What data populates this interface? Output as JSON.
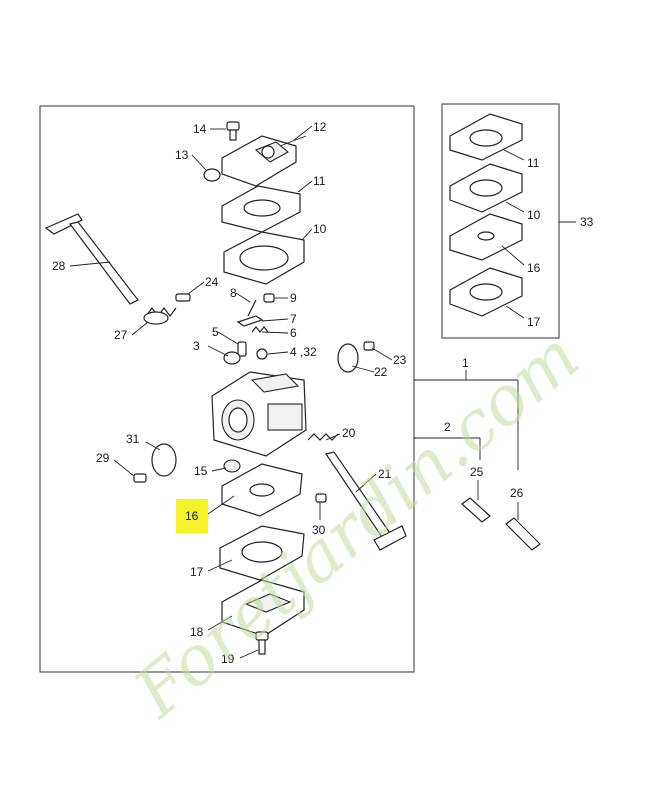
{
  "diagram": {
    "callouts": {
      "main": [
        {
          "id": "c14",
          "text": "14"
        },
        {
          "id": "c12",
          "text": "12"
        },
        {
          "id": "c13",
          "text": "13"
        },
        {
          "id": "c11",
          "text": "11"
        },
        {
          "id": "c10",
          "text": "10"
        },
        {
          "id": "c28",
          "text": "28"
        },
        {
          "id": "c24",
          "text": "24"
        },
        {
          "id": "c8",
          "text": "8"
        },
        {
          "id": "c9",
          "text": "9"
        },
        {
          "id": "c7",
          "text": "7"
        },
        {
          "id": "c27",
          "text": "27"
        },
        {
          "id": "c5",
          "text": "5"
        },
        {
          "id": "c6",
          "text": "6"
        },
        {
          "id": "c3",
          "text": "3"
        },
        {
          "id": "c4_32",
          "text": "4 ,32"
        },
        {
          "id": "c23",
          "text": "23"
        },
        {
          "id": "c22",
          "text": "22"
        },
        {
          "id": "c31",
          "text": "31"
        },
        {
          "id": "c29",
          "text": "29"
        },
        {
          "id": "c15",
          "text": "15"
        },
        {
          "id": "c20",
          "text": "20"
        },
        {
          "id": "c21",
          "text": "21"
        },
        {
          "id": "c16_main",
          "text": "16"
        },
        {
          "id": "c30",
          "text": "30"
        },
        {
          "id": "c17_main",
          "text": "17"
        },
        {
          "id": "c18",
          "text": "18"
        },
        {
          "id": "c19",
          "text": "19"
        }
      ],
      "kit": [
        {
          "id": "k11",
          "text": "11"
        },
        {
          "id": "k10",
          "text": "10"
        },
        {
          "id": "k16",
          "text": "16"
        },
        {
          "id": "k17",
          "text": "17"
        },
        {
          "id": "k33",
          "text": "33"
        }
      ],
      "assembly": [
        {
          "id": "a1",
          "text": "1"
        },
        {
          "id": "a2",
          "text": "2"
        },
        {
          "id": "a25",
          "text": "25"
        },
        {
          "id": "a26",
          "text": "26"
        }
      ]
    },
    "highlighted_part": "16",
    "highlight_color": "#f5f22a",
    "watermark_text": "Foretjardin.com",
    "watermark_color": "#c3dba0"
  }
}
